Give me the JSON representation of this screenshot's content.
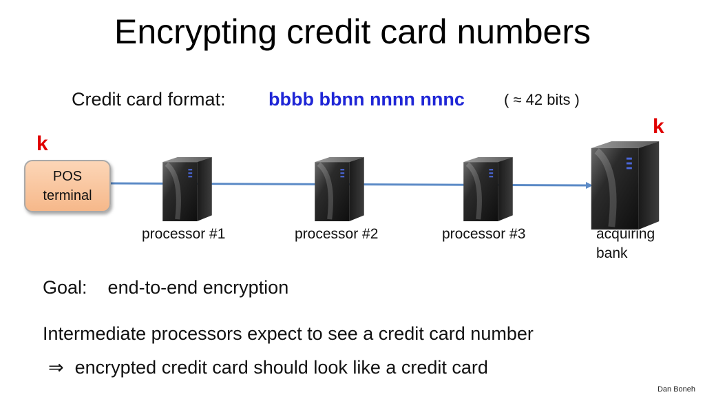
{
  "title": "Encrypting credit card numbers",
  "format": {
    "label": "Credit card format:",
    "value": "bbbb bbnn nnnn nnnc",
    "bits": "( ≈ 42 bits )"
  },
  "keys": {
    "left": "k",
    "right": "k"
  },
  "pos_terminal": {
    "line1": "POS",
    "line2": "terminal"
  },
  "processors": [
    {
      "label": "processor #1"
    },
    {
      "label": "processor #2"
    },
    {
      "label": "processor #3"
    }
  ],
  "bank": {
    "line1": "acquiring",
    "line2": "bank"
  },
  "goal": {
    "label": "Goal:",
    "text": "end-to-end encryption"
  },
  "body": {
    "line1": "Intermediate processors expect to see a credit card number",
    "implies_symbol": "⇒",
    "line2": "encrypted credit card should look like a credit card"
  },
  "author": "Dan Boneh",
  "colors": {
    "key": "#e00000",
    "format_value": "#1f26d6",
    "arrow": "#5b8ac6",
    "pos_fill": "#f8c29c"
  },
  "icons": [
    "server-icon"
  ]
}
